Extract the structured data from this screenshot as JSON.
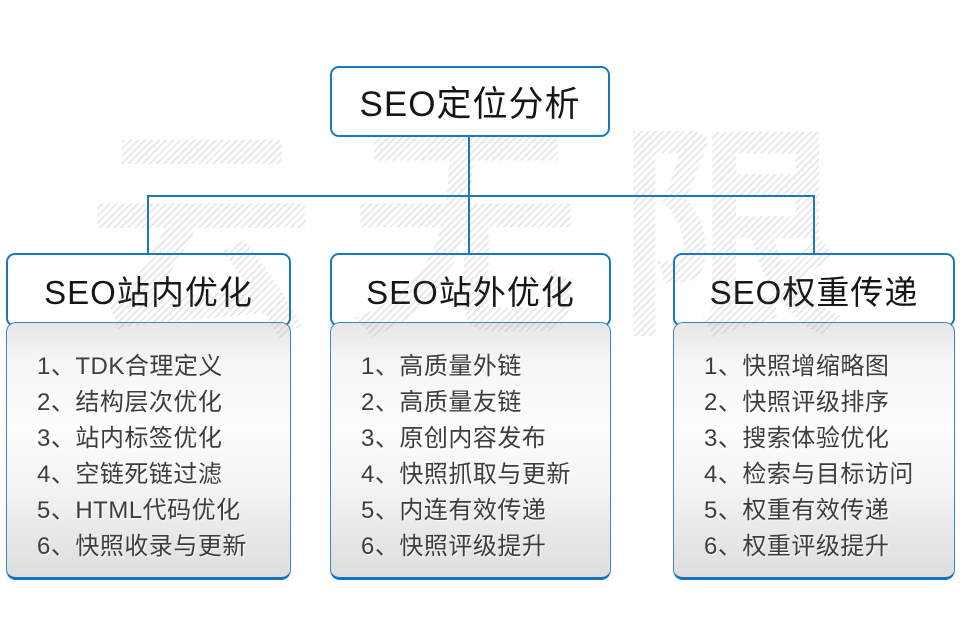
{
  "watermark": {
    "text": "云无限"
  },
  "colors": {
    "accent_blue": "#1878c8",
    "bottom_border_blue": "#1273c0",
    "list_text": "#3d3d3d"
  },
  "root": {
    "title": "SEO定位分析"
  },
  "branches": [
    {
      "title": "SEO站内优化",
      "items": [
        "1、TDK合理定义",
        "2、结构层次优化",
        "3、站内标签优化",
        "4、空链死链过滤",
        "5、HTML代码优化",
        "6、快照收录与更新"
      ]
    },
    {
      "title": "SEO站外优化",
      "items": [
        "1、高质量外链",
        "2、高质量友链",
        "3、原创内容发布",
        "4、快照抓取与更新",
        "5、内连有效传递",
        "6、快照评级提升"
      ]
    },
    {
      "title": "SEO权重传递",
      "items": [
        "1、快照增缩略图",
        "2、快照评级排序",
        "3、搜索体验优化",
        "4、检索与目标访问",
        "5、权重有效传递",
        "6、权重评级提升"
      ]
    }
  ]
}
